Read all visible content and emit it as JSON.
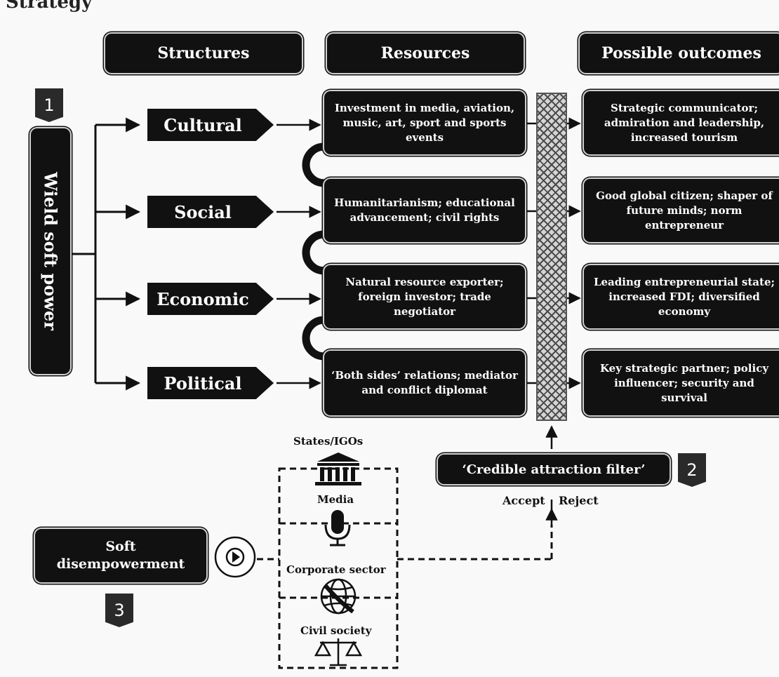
{
  "page": {
    "cropped_title": "Strategy"
  },
  "headers": {
    "structures": "Structures",
    "resources": "Resources",
    "outcomes": "Possible outcomes"
  },
  "wield": "Wield soft power",
  "badges": {
    "one": "1",
    "two": "2",
    "three": "3"
  },
  "structures": [
    {
      "label": "Cultural"
    },
    {
      "label": "Social"
    },
    {
      "label": "Economic"
    },
    {
      "label": "Political"
    }
  ],
  "resources": [
    {
      "text": "Investment in media, aviation, music, art, sport and sports events"
    },
    {
      "text": "Humanitarianism; educational advancement; civil rights"
    },
    {
      "text": "Natural resource exporter; foreign investor; trade negotiator"
    },
    {
      "text": "‘Both sides’ relations; mediator and conflict diplomat"
    }
  ],
  "outcomes": [
    {
      "text": "Strategic communicator; admiration and leadership, increased tourism"
    },
    {
      "text": "Good global citizen; shaper of future minds; norm entrepreneur"
    },
    {
      "text": "Leading entrepreneurial state; increased FDI; diversified economy"
    },
    {
      "text": "Key strategic partner; policy influencer; security and survival"
    }
  ],
  "filter": {
    "label": "‘Credible attraction filter’",
    "accept": "Accept",
    "reject": "Reject"
  },
  "soft_disempowerment": "Soft disempowerment",
  "actors": [
    {
      "label": "States/IGOs",
      "icon": "building-icon"
    },
    {
      "label": "Media",
      "icon": "microphone-icon"
    },
    {
      "label": "Corporate sector",
      "icon": "globe-icon"
    },
    {
      "label": "Civil society",
      "icon": "scales-icon"
    }
  ]
}
